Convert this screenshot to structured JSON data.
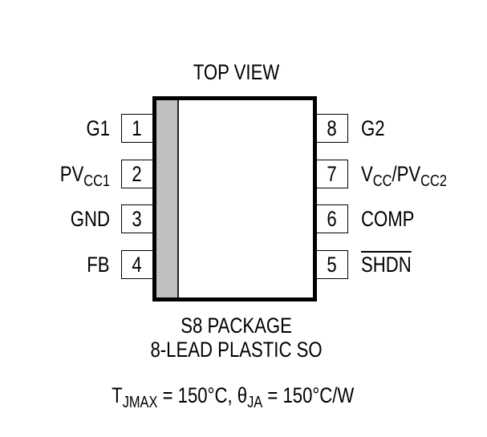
{
  "diagram": {
    "title": "TOP VIEW",
    "package": {
      "name": "S8 PACKAGE",
      "description": "8-LEAD PLASTIC SO",
      "body_color": "#ffffff",
      "pin1_band_color": "#c0c0c0",
      "outline_color": "#000000"
    },
    "pins_left": [
      {
        "number": "1",
        "label": "G1",
        "main": "G1",
        "sub": ""
      },
      {
        "number": "2",
        "label": "PVCC1",
        "main": "PV",
        "sub": "CC1"
      },
      {
        "number": "3",
        "label": "GND",
        "main": "GND",
        "sub": ""
      },
      {
        "number": "4",
        "label": "FB",
        "main": "FB",
        "sub": ""
      }
    ],
    "pins_right": [
      {
        "number": "8",
        "label": "G2",
        "main": "G2"
      },
      {
        "number": "7",
        "label": "VCC/PVCC2",
        "v": "V",
        "sub1": "CC",
        "mid": "/PV",
        "sub2": "CC2"
      },
      {
        "number": "6",
        "label": "COMP",
        "main": "COMP"
      },
      {
        "number": "5",
        "label": "SHDN (active low)",
        "main": "SHDN",
        "overbar": true
      }
    ],
    "thermal": {
      "t_symbol": "T",
      "t_sub": "JMAX",
      "t_value": " = 150°C, ",
      "theta_symbol": "θ",
      "theta_sub": "JA",
      "theta_value": " = 150°C/W"
    }
  }
}
